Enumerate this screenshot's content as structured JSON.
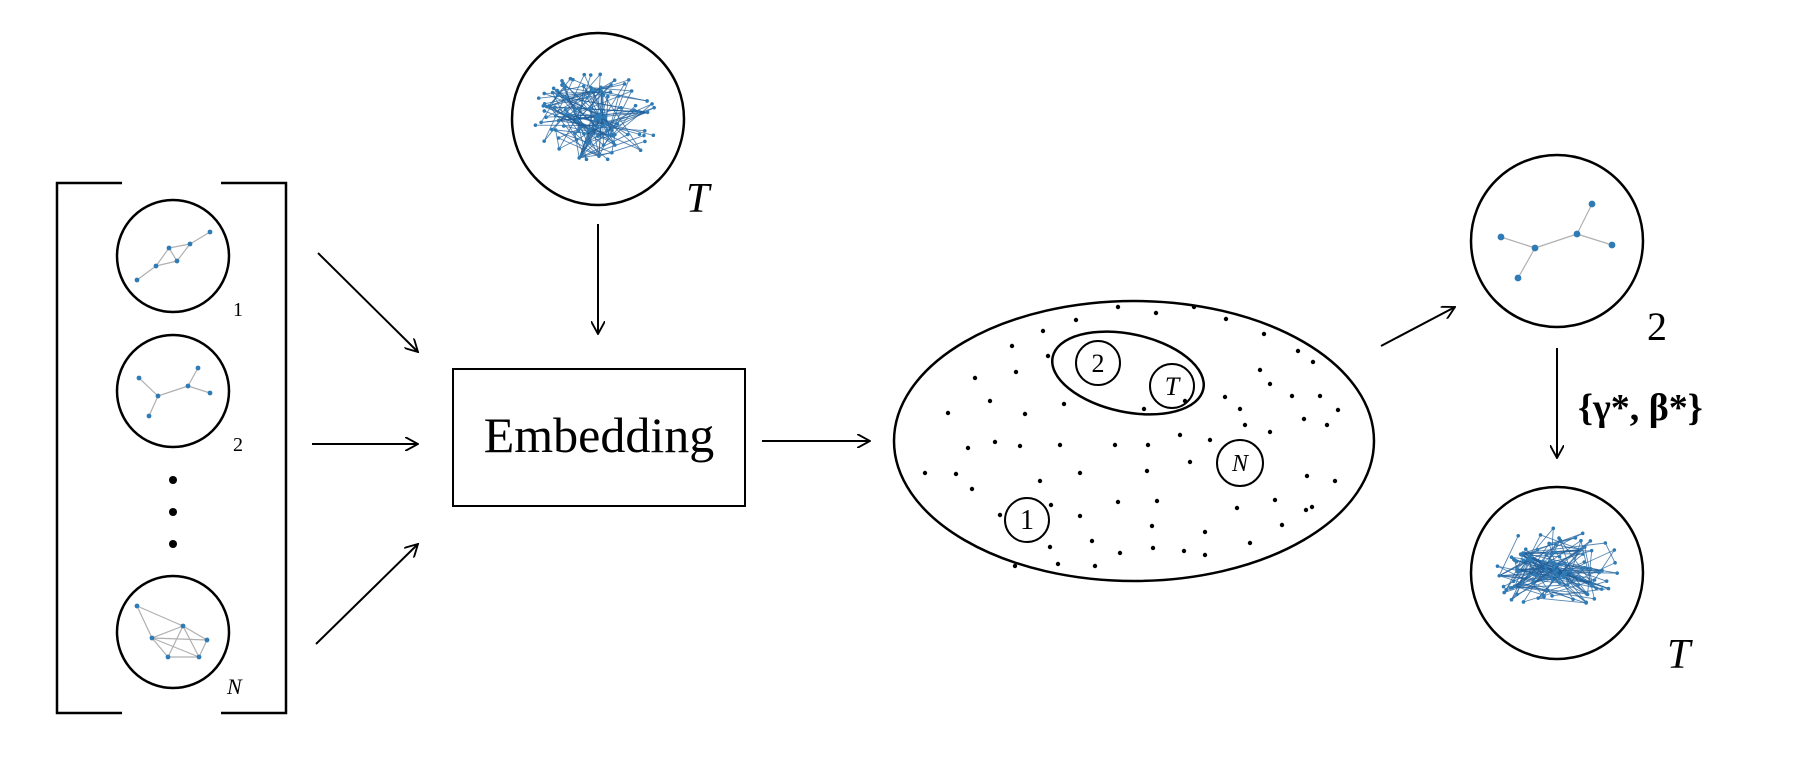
{
  "embedding_label": "Embedding",
  "input_graphs": [
    {
      "label": "1"
    },
    {
      "label": "2"
    },
    {
      "label": "N"
    }
  ],
  "target_graph_label": "T",
  "space_labels": {
    "one": "1",
    "two": "2",
    "target": "T",
    "n": "N"
  },
  "result": {
    "selected_label": "2",
    "params_label": "{γ*, β*}",
    "target_label": "T"
  },
  "colors": {
    "node": "#2e7bb5",
    "edge": "#b0b0b0"
  }
}
